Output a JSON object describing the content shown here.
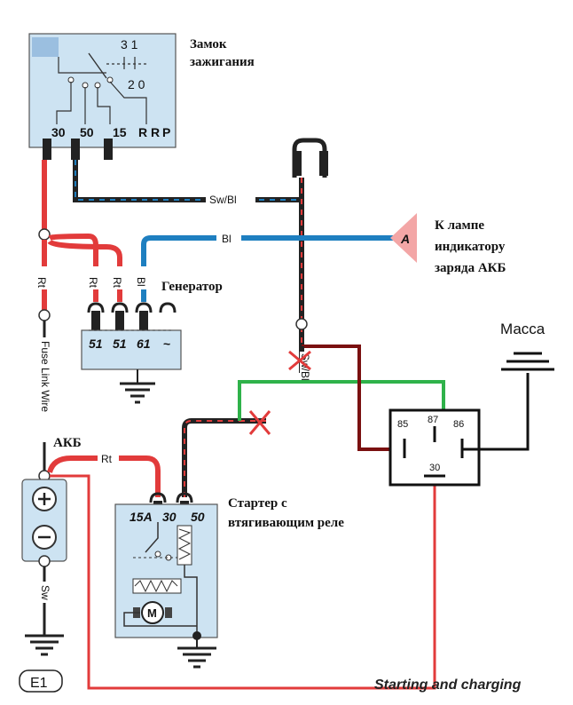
{
  "labels": {
    "ignition": [
      "Замок",
      "зажигания"
    ],
    "lamp": [
      "К лампе",
      "индикатору",
      "заряда АКБ"
    ],
    "generator": "Генератор",
    "ground": "Масса",
    "battery": "АКБ",
    "starter": [
      "Стартер с",
      "втягивающим реле"
    ],
    "footer": "Starting and charging",
    "battery_ground_tag": "E1",
    "lamp_connector": "A"
  },
  "ignition_switch": {
    "positions_top": "3 1",
    "positions_bottom": "2 0",
    "pins": [
      "30",
      "50",
      "15",
      "R",
      "R",
      "P"
    ]
  },
  "generator": {
    "pins": [
      "51",
      "51",
      "61",
      "~"
    ]
  },
  "starter": {
    "pins": [
      "15A",
      "30",
      "50"
    ]
  },
  "relay": {
    "pins": [
      "85",
      "87",
      "86",
      "30"
    ]
  },
  "wires": {
    "sw_bl": "Sw/Bl",
    "bl": "Bl",
    "rt_left": "Rt",
    "rt_gen1": "Rt",
    "rt_gen2": "Rt",
    "bl_gen": "Bl",
    "fuse": "Fuse Link Wire",
    "rt_batt": "Rt",
    "sw_batt": "Sw",
    "sw_bl_vert": "Sw/Bl"
  },
  "colors": {
    "red": "#e23b3b",
    "blue": "#1e7fc0",
    "black": "#222222",
    "green": "#2fb24a",
    "darkred": "#7a1010",
    "panel": "#cde3f2",
    "lamp": "#f3a6a6"
  }
}
